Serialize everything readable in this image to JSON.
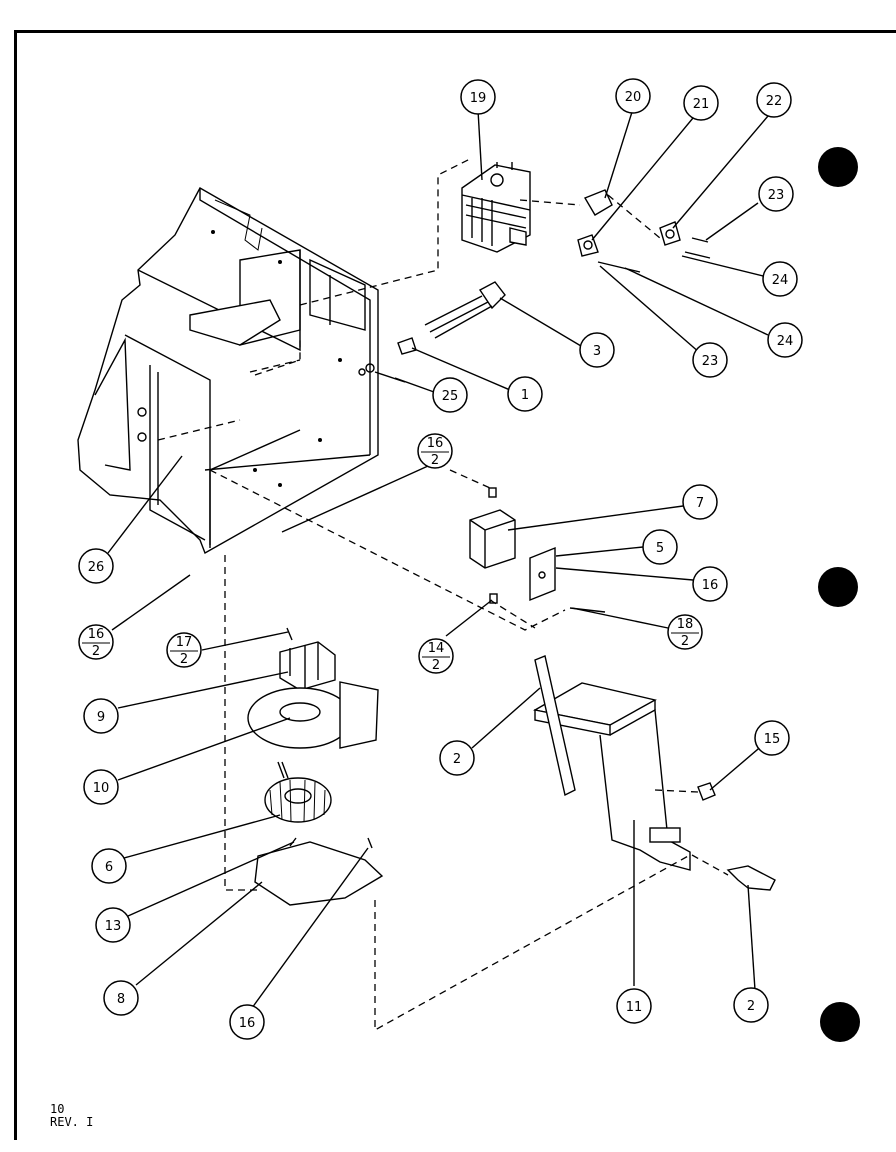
{
  "callouts": {
    "c19": "19",
    "c20": "20",
    "c21": "21",
    "c22": "22",
    "c23a": "23",
    "c24a": "24",
    "c24b": "24",
    "c23b": "23",
    "c3": "3",
    "c1": "1",
    "c25": "25",
    "c16a_top": "16",
    "c16a_bot": "2",
    "c7": "7",
    "c5": "5",
    "c16b": "16",
    "c18_top": "18",
    "c18_bot": "2",
    "c14_top": "14",
    "c14_bot": "2",
    "c26": "26",
    "c16c_top": "16",
    "c16c_bot": "2",
    "c17_top": "17",
    "c17_bot": "2",
    "c9": "9",
    "c10": "10",
    "c6": "6",
    "c13": "13",
    "c8": "8",
    "c16d": "16",
    "c2a": "2",
    "c15": "15",
    "c11": "11",
    "c2b": "2"
  },
  "footer": {
    "sheet": "10",
    "revision": "REV. I"
  }
}
